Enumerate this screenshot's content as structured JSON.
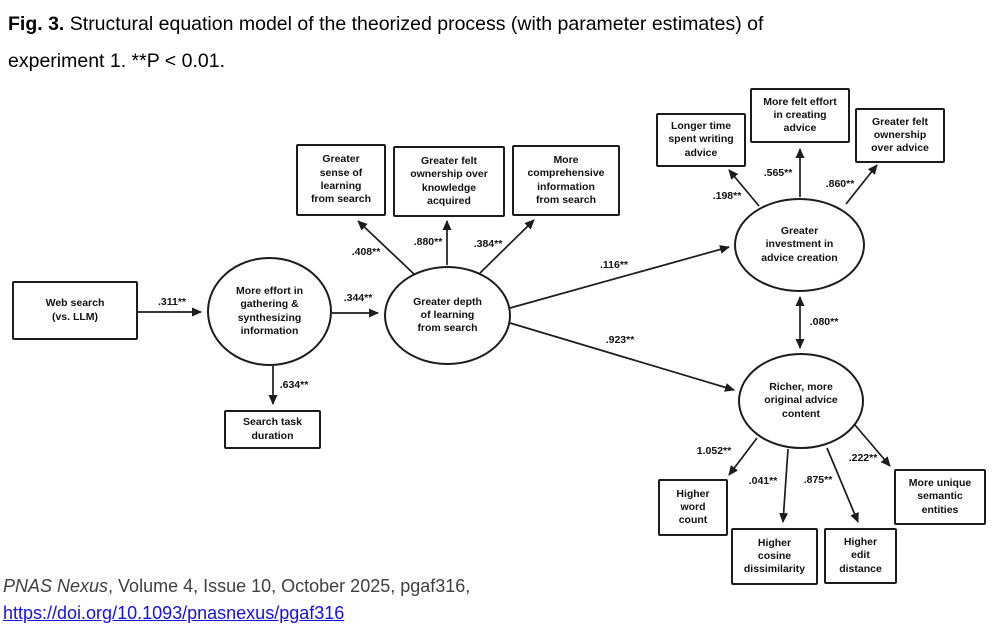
{
  "caption": {
    "prefix": "Fig. 3.",
    "line1": "Structural equation model of the theorized process (with parameter estimates) of",
    "line2": "experiment 1. **P < 0.01."
  },
  "footer": {
    "journal": "PNAS Nexus",
    "citation": ", Volume 4, Issue 10, October 2025, pgaf316,",
    "doi_link": "https://doi.org/10.1093/pnasnexus/pgaf316"
  },
  "diagram": {
    "nodes": [
      {
        "id": "web_search",
        "shape": "rect",
        "label": "Web search\n(vs. LLM)"
      },
      {
        "id": "more_effort",
        "shape": "ellipse",
        "label": "More effort in\ngathering &\nsynthesizing\ninformation"
      },
      {
        "id": "search_task_duration",
        "shape": "rect",
        "label": "Search task\nduration"
      },
      {
        "id": "greater_depth",
        "shape": "ellipse",
        "label": "Greater depth\nof learning\nfrom search"
      },
      {
        "id": "greater_sense_learning",
        "shape": "rect",
        "label": "Greater\nsense of\nlearning\nfrom search"
      },
      {
        "id": "ownership_knowledge",
        "shape": "rect",
        "label": "Greater felt\nownership over\nknowledge\nacquired"
      },
      {
        "id": "more_comprehensive",
        "shape": "rect",
        "label": "More\ncomprehensive\ninformation\nfrom search"
      },
      {
        "id": "greater_investment",
        "shape": "ellipse",
        "label": "Greater\ninvestment in\nadvice creation"
      },
      {
        "id": "longer_time",
        "shape": "rect",
        "label": "Longer time\nspent writing\nadvice"
      },
      {
        "id": "more_felt_effort",
        "shape": "rect",
        "label": "More felt effort\nin creating\nadvice"
      },
      {
        "id": "ownership_advice",
        "shape": "rect",
        "label": "Greater felt\nownership\nover advice"
      },
      {
        "id": "richer_content",
        "shape": "ellipse",
        "label": "Richer, more\noriginal advice\ncontent"
      },
      {
        "id": "higher_word_count",
        "shape": "rect",
        "label": "Higher\nword\ncount"
      },
      {
        "id": "higher_cosine",
        "shape": "rect",
        "label": "Higher\ncosine\ndissimilarity"
      },
      {
        "id": "higher_edit",
        "shape": "rect",
        "label": "Higher\nedit\ndistance"
      },
      {
        "id": "more_unique",
        "shape": "rect",
        "label": "More unique\nsemantic\nentities"
      }
    ],
    "edges": [
      {
        "from": "web_search",
        "to": "more_effort",
        "label": ".311**",
        "type": "single"
      },
      {
        "from": "more_effort",
        "to": "greater_depth",
        "label": ".344**",
        "type": "single"
      },
      {
        "from": "more_effort",
        "to": "search_task_duration",
        "label": ".634**",
        "type": "single"
      },
      {
        "from": "greater_depth",
        "to": "greater_sense_learning",
        "label": ".408**",
        "type": "single"
      },
      {
        "from": "greater_depth",
        "to": "ownership_knowledge",
        "label": ".880**",
        "type": "single"
      },
      {
        "from": "greater_depth",
        "to": "more_comprehensive",
        "label": ".384**",
        "type": "single"
      },
      {
        "from": "greater_depth",
        "to": "greater_investment",
        "label": ".116**",
        "type": "single"
      },
      {
        "from": "greater_depth",
        "to": "richer_content",
        "label": ".923**",
        "type": "single"
      },
      {
        "from": "greater_investment",
        "to": "richer_content",
        "label": ".080**",
        "type": "double"
      },
      {
        "from": "greater_investment",
        "to": "longer_time",
        "label": ".198**",
        "type": "single"
      },
      {
        "from": "greater_investment",
        "to": "more_felt_effort",
        "label": ".565**",
        "type": "single"
      },
      {
        "from": "greater_investment",
        "to": "ownership_advice",
        "label": ".860**",
        "type": "single"
      },
      {
        "from": "richer_content",
        "to": "higher_word_count",
        "label": "1.052**",
        "type": "single"
      },
      {
        "from": "richer_content",
        "to": "higher_cosine",
        "label": ".041**",
        "type": "single"
      },
      {
        "from": "richer_content",
        "to": "higher_edit",
        "label": ".875**",
        "type": "single"
      },
      {
        "from": "richer_content",
        "to": "more_unique",
        "label": ".222**",
        "type": "single"
      }
    ]
  }
}
